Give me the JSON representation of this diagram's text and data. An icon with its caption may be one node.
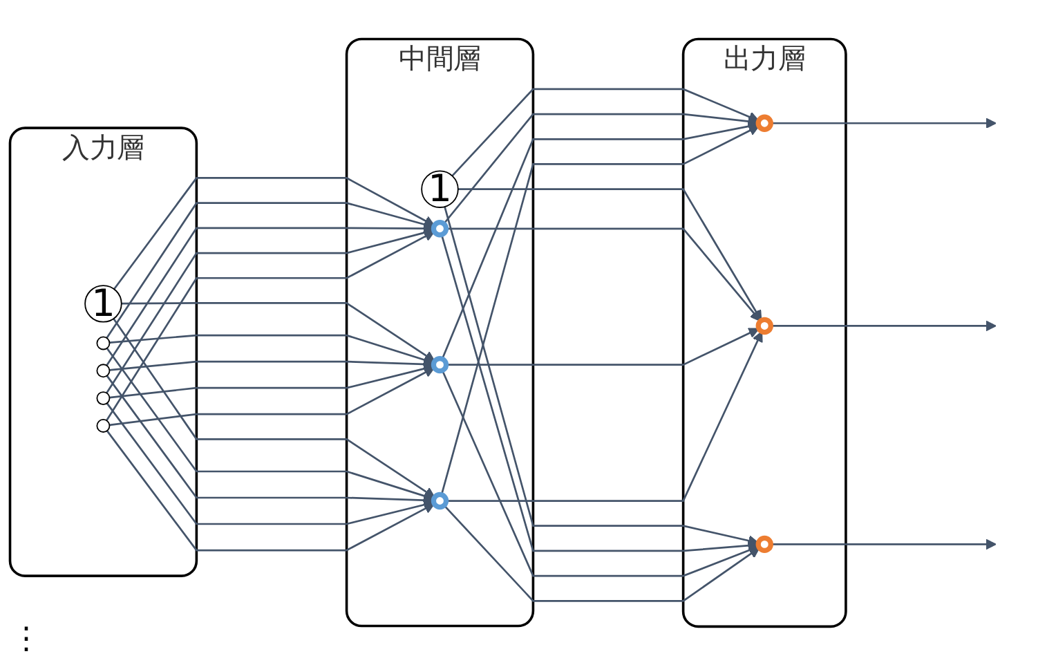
{
  "diagram": {
    "nodes": [
      {
        "text": [
          "入力層"
        ]
      },
      {
        "text": [
          "1"
        ],
        "in": 0
      },
      {
        "text": [],
        "shape": "circle",
        "in": 0
      },
      {
        "text": [],
        "shape": "circle",
        "in": 0
      },
      {
        "text": [],
        "shape": "circle",
        "in": 0
      },
      {
        "text": [],
        "shape": "circle",
        "in": 0
      },
      {
        "text": [
          "中間層"
        ]
      },
      {
        "text": [
          "1"
        ],
        "in": 6
      },
      {
        "text": [],
        "shape": "circle",
        "in": 6
      },
      {
        "text": [],
        "shape": "circle",
        "in": 6
      },
      {
        "text": [],
        "shape": "circle",
        "in": 6
      },
      {
        "text": [
          "出力層"
        ]
      },
      {
        "text": [],
        "shape": "circle",
        "in": 11
      },
      {
        "text": [],
        "shape": "circle",
        "in": 11
      },
      {
        "text": [],
        "shape": "circle",
        "in": 11
      }
    ],
    "edges": [
      {
        "from": 1,
        "to": 8,
        "arrow": "to"
      },
      {
        "from": 1,
        "to": 9,
        "arrow": "to"
      },
      {
        "from": 1,
        "to": 10,
        "arrow": "to"
      },
      {
        "from": 2,
        "to": 8,
        "arrow": "to"
      },
      {
        "from": 2,
        "to": 9,
        "arrow": "to"
      },
      {
        "from": 2,
        "to": 10,
        "arrow": "to"
      },
      {
        "from": 3,
        "to": 8,
        "arrow": "to"
      },
      {
        "from": 3,
        "to": 9,
        "arrow": "to"
      },
      {
        "from": 3,
        "to": 10,
        "arrow": "to"
      },
      {
        "from": 4,
        "to": 8,
        "arrow": "to"
      },
      {
        "from": 4,
        "to": 9,
        "arrow": "to"
      },
      {
        "from": 4,
        "to": 10,
        "arrow": "to"
      },
      {
        "from": 5,
        "to": 8,
        "arrow": "to"
      },
      {
        "from": 5,
        "to": 9,
        "arrow": "to"
      },
      {
        "from": 5,
        "to": 10,
        "arrow": "to"
      },
      {
        "from": 7,
        "to": 12,
        "arrow": "to"
      },
      {
        "from": 7,
        "to": 13,
        "arrow": "to"
      },
      {
        "from": 7,
        "to": 14,
        "arrow": "to"
      },
      {
        "from": 8,
        "to": 12,
        "arrow": "to"
      },
      {
        "from": 8,
        "to": 13,
        "arrow": "to"
      },
      {
        "from": 8,
        "to": 14,
        "arrow": "to"
      },
      {
        "from": 9,
        "to": 12,
        "arrow": "to"
      },
      {
        "from": 9,
        "to": 13,
        "arrow": "to"
      },
      {
        "from": 9,
        "to": 14,
        "arrow": "to"
      },
      {
        "from": 10,
        "to": 12,
        "arrow": "to"
      },
      {
        "from": 10,
        "to": 13,
        "arrow": "to"
      },
      {
        "from": 10,
        "to": 14,
        "arrow": "to"
      },
      {
        "from": 12,
        "to": null,
        "arrow": "to"
      },
      {
        "from": 13,
        "to": null,
        "arrow": "to"
      },
      {
        "from": 14,
        "to": null,
        "arrow": "to"
      }
    ],
    "labels": [
      "⋮"
    ]
  }
}
